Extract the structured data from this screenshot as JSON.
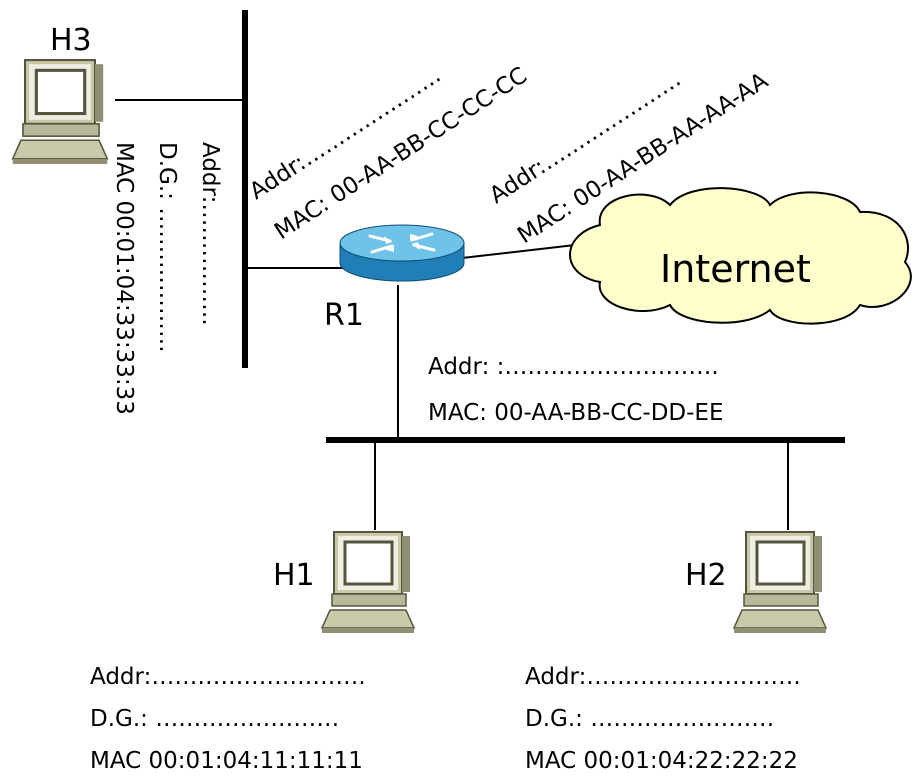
{
  "hosts": {
    "h3": {
      "name": "H3",
      "addr": "Addr:…………….",
      "dg": "D.G.: ……………….",
      "mac": "MAC 00:01:04:33:33:33"
    },
    "h1": {
      "name": "H1",
      "addr": "Addr:……………………….",
      "dg": "D.G.: ……………………",
      "mac": "MAC 00:01:04:11:11:11"
    },
    "h2": {
      "name": "H2",
      "addr": "Addr:……………………….",
      "dg": "D.G.: ……………………",
      "mac": "MAC 00:01:04:22:22:22"
    }
  },
  "router": {
    "name": "R1",
    "if_left": {
      "addr": "Addr:…………………",
      "mac": "MAC: 00-AA-BB-CC-CC-CC"
    },
    "if_right": {
      "addr": "Addr:…………………",
      "mac": "MAC: 00-AA-BB-AA-AA-AA"
    },
    "if_bottom": {
      "addr": "Addr: :……………………….",
      "mac": "MAC: 00-AA-BB-CC-DD-EE"
    }
  },
  "internet": {
    "label": "Internet"
  },
  "colors": {
    "router_top": "#6fc3e8",
    "router_side": "#1f7fb6",
    "computer_body": "#c9c8a8",
    "computer_shade": "#8f8e72",
    "cloud_fill": "#ffffcc"
  },
  "icons": {
    "host": "desktop-computer-icon",
    "router": "router-icon",
    "internet": "cloud-icon"
  }
}
